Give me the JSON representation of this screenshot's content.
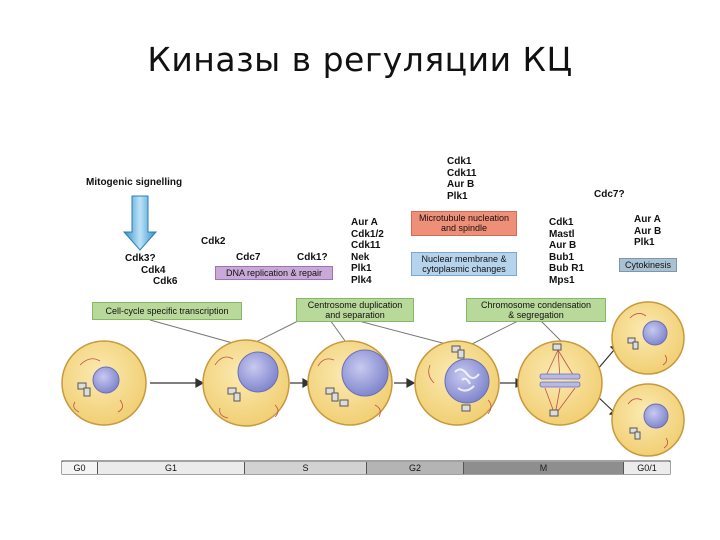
{
  "title": "Киназы в регуляции КЦ",
  "mitogenic_signalling": "Mitogenic signelling",
  "g1_kinases": [
    "Cdk3?",
    "Cdk4",
    "Cdk6"
  ],
  "cdk2": "Cdk2",
  "cdc7": "Cdc7",
  "cdk1q": "Cdk1?",
  "dna_replication_box": "DNA replication & repair",
  "transcription_box": "Cell-cycle specific transcription",
  "centrosome_kinases": [
    "Aur A",
    "Cdk1/2",
    "Cdk11",
    "Nek",
    "Plk1",
    "Plk4"
  ],
  "centrosome_box": [
    "Centrosome duplication",
    "and separation"
  ],
  "microtubule_kinases": [
    "Cdk1",
    "Cdk11",
    "Aur B",
    "Plk1"
  ],
  "microtubule_box": [
    "Microtubule nucleation",
    "and spindle"
  ],
  "nuclear_box": [
    "Nuclear membrane &",
    "cytoplasmic changes"
  ],
  "mitotic_kinases": [
    "Cdk1",
    "Mastl",
    "Aur B",
    "Bub1",
    "Bub R1",
    "Mps1"
  ],
  "chromosome_box": [
    "Chromosome condensation",
    "& segregation"
  ],
  "cdc7q": "Cdc7?",
  "cytokinesis_kinases": [
    "Aur A",
    "Aur B",
    "Plk1"
  ],
  "cytokinesis_box": "Cytokinesis",
  "phases": [
    {
      "label": "G0",
      "color": "#f4f4f4"
    },
    {
      "label": "G1",
      "color": "#ebebeb"
    },
    {
      "label": "S",
      "color": "#d2d2d2"
    },
    {
      "label": "G2",
      "color": "#b4b4b4"
    },
    {
      "label": "M",
      "color": "#8e8e8e"
    },
    {
      "label": "G0/1",
      "color": "#ececec"
    }
  ],
  "colors": {
    "cell_fill": "#f5dc8c",
    "cell_border": "#c79a3c",
    "nucleus": "#8f93d4",
    "green_box": "#b8d99a",
    "purple_box": "#c9a9d8",
    "pink_box": "#ef8f78",
    "blue_box": "#b6d3ec",
    "arrow_blue": "#5aa9d6"
  }
}
